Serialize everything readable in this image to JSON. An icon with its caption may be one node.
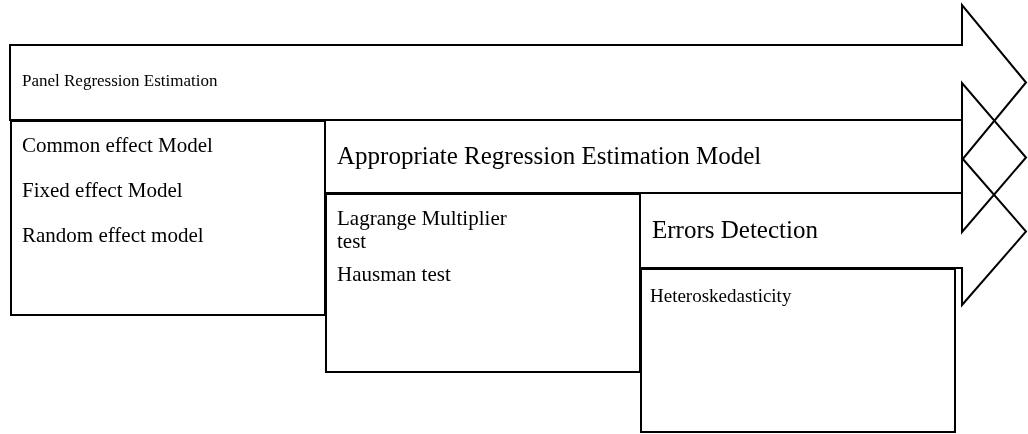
{
  "diagram": {
    "nodes": [
      {
        "text": [
          "Panel Regression Estimation"
        ]
      },
      {
        "text": [
          "Common effect Model",
          "Fixed effect Model",
          "Random effect model"
        ]
      },
      {
        "text": [
          "Appropriate Regression Estimation Model"
        ]
      },
      {
        "text": [
          "Lagrange Multiplier test",
          "Hausman test"
        ]
      },
      {
        "text": [
          "Errors Detection"
        ]
      },
      {
        "text": [
          "Heteroskedasticity"
        ]
      }
    ]
  }
}
